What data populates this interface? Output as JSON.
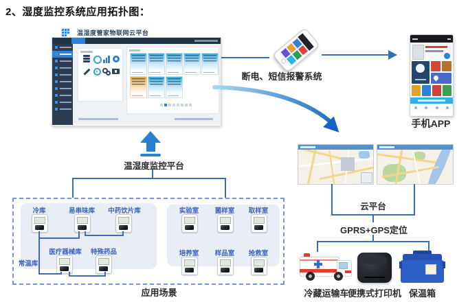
{
  "page": {
    "title": "2、湿度监控系统应用拓扑图："
  },
  "dashboard": {
    "brand": "温湿度管家物联网云平台"
  },
  "platform": {
    "label": "温湿度监控平台"
  },
  "alarm": {
    "label": "断电、短信报警系统"
  },
  "mobile_app": {
    "label": "手机APP"
  },
  "cloud": {
    "label": "云平台"
  },
  "gps": {
    "label": "GPRS+GPS定位"
  },
  "scenarios": {
    "label": "应用场景",
    "side_label": "常温库",
    "left_row1": [
      "冷库",
      "易串味库",
      "中药饮片库"
    ],
    "left_row2": [
      "医疗器械库",
      "特殊药品"
    ],
    "right_row1": [
      "实验室",
      "菌样室",
      "取样室"
    ],
    "right_row2": [
      "培养室",
      "样品室",
      "抢救室"
    ]
  },
  "transport": {
    "truck": "冷藏运输车",
    "printer": "便携式打印机",
    "box": "保温箱"
  },
  "colors": {
    "line_blue": "#3a6cb8",
    "arrow_blue": "#2b7fd0",
    "card_blue": "#35b0e2",
    "card_orange": "#efa83b",
    "dashed_border": "#7d8fd6"
  }
}
